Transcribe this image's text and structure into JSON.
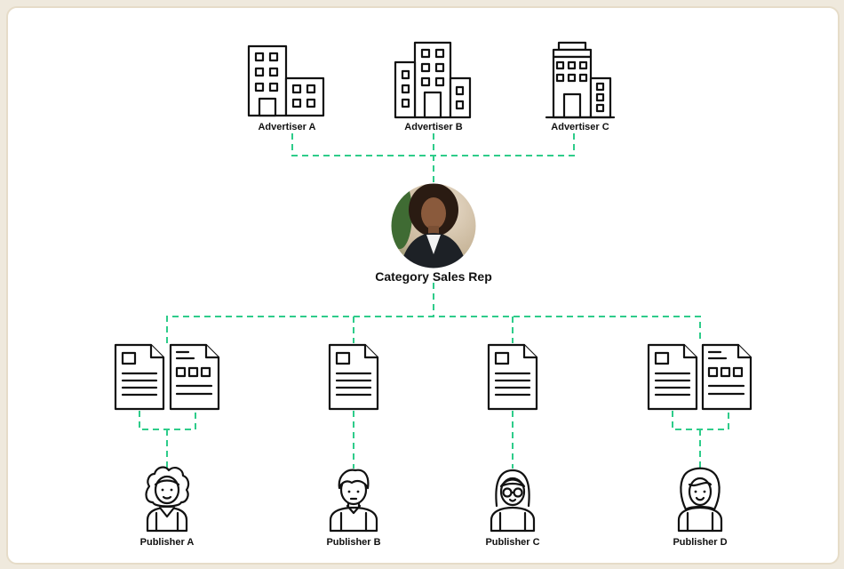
{
  "diagram": {
    "center": {
      "label": "Category Sales Rep"
    },
    "advertisers": [
      {
        "label": "Advertiser A"
      },
      {
        "label": "Advertiser B"
      },
      {
        "label": "Advertiser C"
      }
    ],
    "publishers": [
      {
        "label": "Publisher A"
      },
      {
        "label": "Publisher B"
      },
      {
        "label": "Publisher C"
      },
      {
        "label": "Publisher D"
      }
    ],
    "colors": {
      "connector": "#2ecc8a",
      "icon_stroke": "#111111",
      "frame_border": "#e6dcc8",
      "background": "#efe9dd"
    },
    "icons": {
      "advertiser": "office-building-icon",
      "document": "document-icon",
      "publisher": "person-icon",
      "center": "avatar"
    }
  }
}
